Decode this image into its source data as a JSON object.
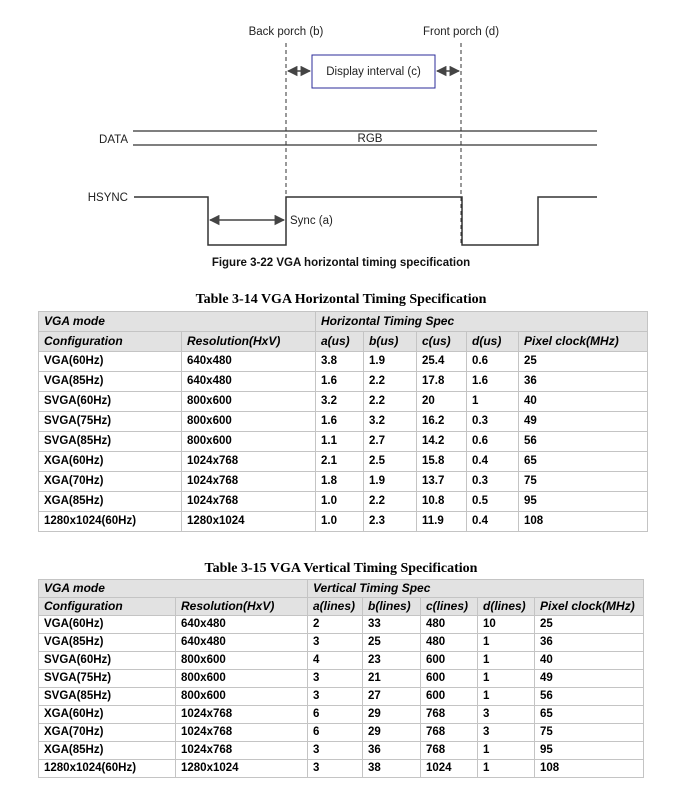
{
  "figure": {
    "back_porch_label": "Back porch (b)",
    "front_porch_label": "Front porch (d)",
    "display_interval_label": "Display interval (c)",
    "data_label": "DATA",
    "rgb_label": "RGB",
    "hsync_label": "HSYNC",
    "sync_label": "Sync (a)",
    "caption": "Figure 3-22 VGA horizontal timing specification"
  },
  "horizontal_table": {
    "caption": "Table 3-14 VGA Horizontal Timing Specification",
    "group_left": "VGA mode",
    "group_right": "Horizontal Timing Spec",
    "headers": [
      "Configuration",
      "Resolution(HxV)",
      "a(us)",
      "b(us)",
      "c(us)",
      "d(us)",
      "Pixel clock(MHz)"
    ],
    "rows": [
      [
        "VGA(60Hz)",
        "640x480",
        "3.8",
        "1.9",
        "25.4",
        "0.6",
        "25"
      ],
      [
        "VGA(85Hz)",
        "640x480",
        "1.6",
        "2.2",
        "17.8",
        "1.6",
        "36"
      ],
      [
        "SVGA(60Hz)",
        "800x600",
        "3.2",
        "2.2",
        "20",
        "1",
        "40"
      ],
      [
        "SVGA(75Hz)",
        "800x600",
        "1.6",
        "3.2",
        "16.2",
        "0.3",
        "49"
      ],
      [
        "SVGA(85Hz)",
        "800x600",
        "1.1",
        "2.7",
        "14.2",
        "0.6",
        "56"
      ],
      [
        "XGA(60Hz)",
        "1024x768",
        "2.1",
        "2.5",
        "15.8",
        "0.4",
        "65"
      ],
      [
        "XGA(70Hz)",
        "1024x768",
        "1.8",
        "1.9",
        "13.7",
        "0.3",
        "75"
      ],
      [
        "XGA(85Hz)",
        "1024x768",
        "1.0",
        "2.2",
        "10.8",
        "0.5",
        "95"
      ],
      [
        "1280x1024(60Hz)",
        "1280x1024",
        "1.0",
        "2.3",
        "11.9",
        "0.4",
        "108"
      ]
    ]
  },
  "vertical_table": {
    "caption": "Table 3-15 VGA Vertical Timing Specification",
    "group_left": "VGA mode",
    "group_right": "Vertical Timing Spec",
    "headers": [
      "Configuration",
      "Resolution(HxV)",
      "a(lines)",
      "b(lines)",
      "c(lines)",
      "d(lines)",
      "Pixel clock(MHz)"
    ],
    "rows": [
      [
        "VGA(60Hz)",
        "640x480",
        "2",
        "33",
        "480",
        "10",
        "25"
      ],
      [
        "VGA(85Hz)",
        "640x480",
        "3",
        "25",
        "480",
        "1",
        "36"
      ],
      [
        "SVGA(60Hz)",
        "800x600",
        "4",
        "23",
        "600",
        "1",
        "40"
      ],
      [
        "SVGA(75Hz)",
        "800x600",
        "3",
        "21",
        "600",
        "1",
        "49"
      ],
      [
        "SVGA(85Hz)",
        "800x600",
        "3",
        "27",
        "600",
        "1",
        "56"
      ],
      [
        "XGA(60Hz)",
        "1024x768",
        "6",
        "29",
        "768",
        "3",
        "65"
      ],
      [
        "XGA(70Hz)",
        "1024x768",
        "6",
        "29",
        "768",
        "3",
        "75"
      ],
      [
        "XGA(85Hz)",
        "1024x768",
        "3",
        "36",
        "768",
        "1",
        "95"
      ],
      [
        "1280x1024(60Hz)",
        "1280x1024",
        "3",
        "38",
        "1024",
        "1",
        "108"
      ]
    ]
  }
}
